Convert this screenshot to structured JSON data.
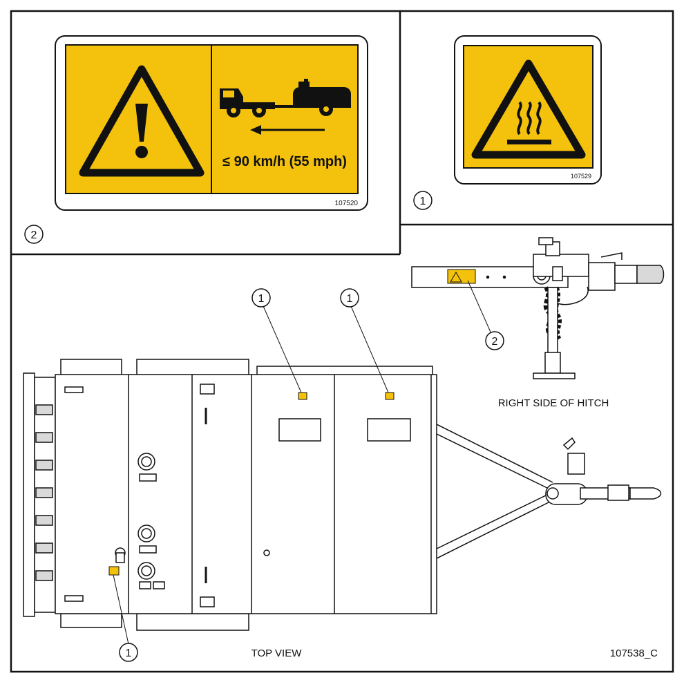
{
  "colors": {
    "warning_yellow": "#f4c20d",
    "line": "#111111",
    "panel_fill": "#ffffff",
    "shade": "#d9d9d9"
  },
  "decal_large": {
    "icon": "exclamation-warning-icon",
    "vehicle_icon": "truck-towing-trailer-icon",
    "speed_text": "≤ 90 km/h (55 mph)",
    "part_number": "107520",
    "callout": "2"
  },
  "decal_small": {
    "icon": "hot-surface-warning-icon",
    "part_number": "107529",
    "callout": "1"
  },
  "hitch_view": {
    "caption": "RIGHT SIDE OF HITCH",
    "callout": "2"
  },
  "top_view": {
    "caption": "TOP VIEW",
    "callouts": [
      "1",
      "1",
      "1"
    ]
  },
  "figure_id": "107538_C"
}
